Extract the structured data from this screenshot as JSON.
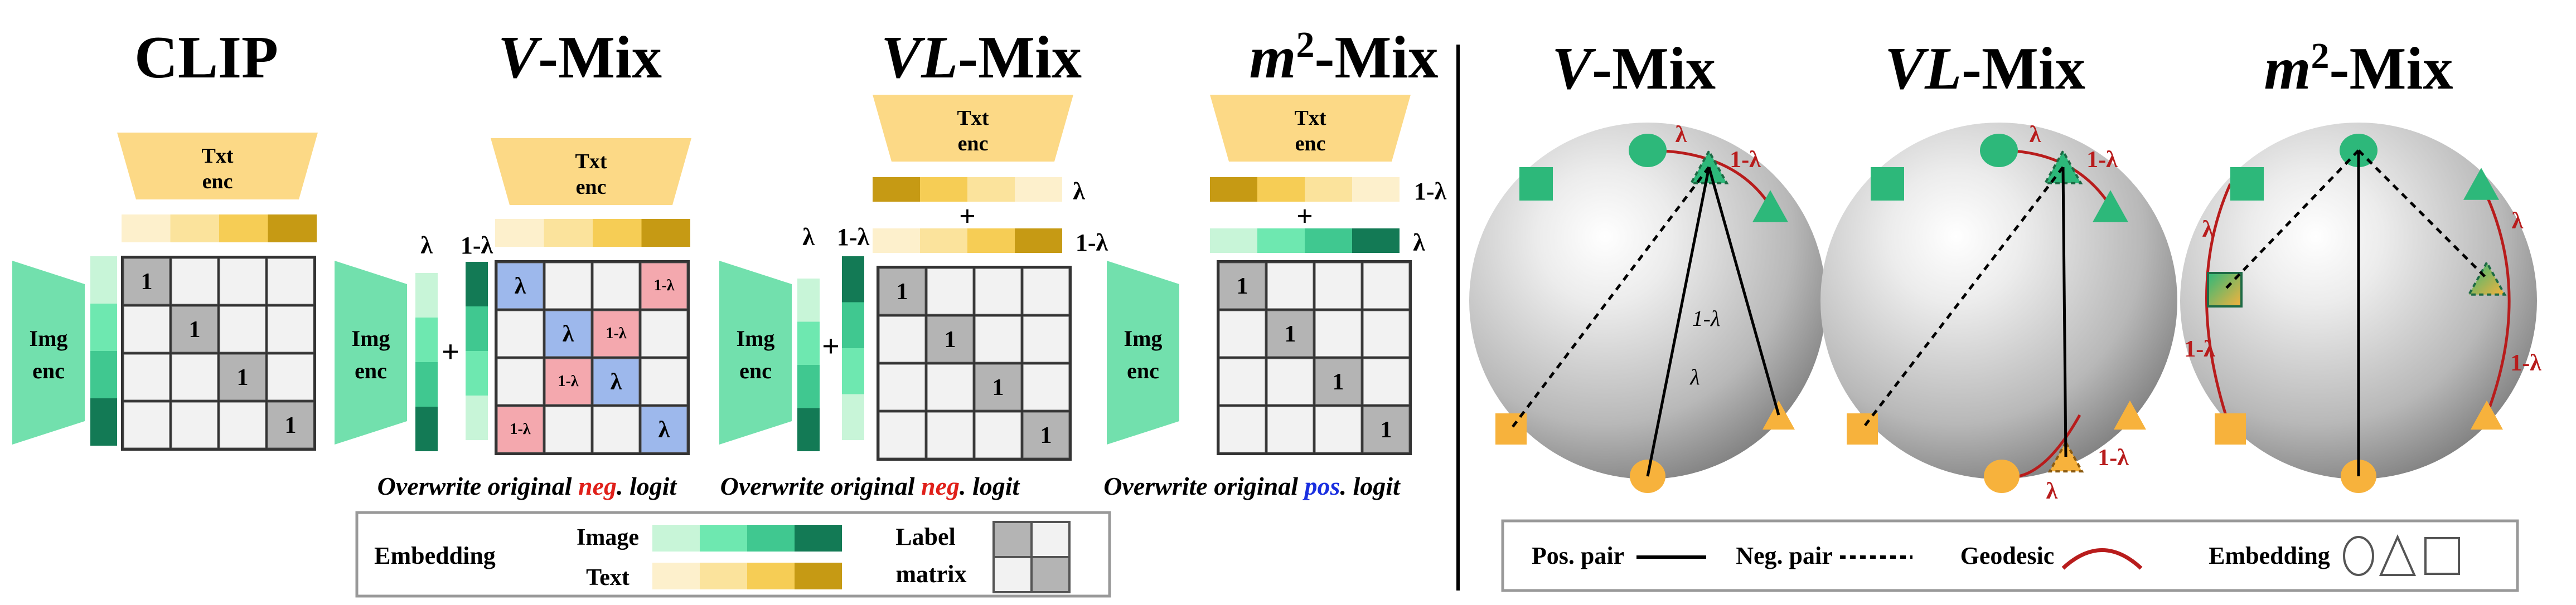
{
  "titles": {
    "clip": "CLIP",
    "vmix": "V-Mix",
    "vlmix": "VL-Mix",
    "m2mix": "m²-Mix"
  },
  "encoders": {
    "txt_line1": "Txt",
    "txt_line2": "enc",
    "img_line1": "Img",
    "img_line2": "enc"
  },
  "symbols": {
    "lambda": "λ",
    "one_minus_lambda": "1-λ",
    "plus": "+",
    "one": "1"
  },
  "captions": {
    "vmix": {
      "prefix": "Overwrite original ",
      "keyword": "neg",
      "suffix": ". logit",
      "keyword_color": "#e0201a"
    },
    "vlmix": {
      "prefix": "Overwrite original ",
      "keyword": "neg",
      "suffix": ". logit",
      "keyword_color": "#e0201a"
    },
    "m2mix": {
      "prefix": "Overwrite original ",
      "keyword": "pos",
      "suffix": ". logit",
      "keyword_color": "#1a2fe0"
    }
  },
  "legend_left": {
    "embedding": "Embedding",
    "image": "Image",
    "text": "Text",
    "label_line1": "Label",
    "label_line2": "matrix"
  },
  "legend_right": {
    "pos_pair": "Pos. pair",
    "neg_pair": "Neg. pair",
    "geodesic": "Geodesic",
    "embedding": "Embedding"
  },
  "colors": {
    "image_gradient": [
      "#c8f5d8",
      "#6ee8b0",
      "#40c890",
      "#137a55"
    ],
    "text_gradient": [
      "#fdf0cc",
      "#fbe39c",
      "#f6cd55",
      "#c69a14"
    ],
    "encoder_green": "#72e0ad",
    "encoder_yellow": "#fcd986",
    "cell_gray": "#b4b4b4",
    "cell_blue": "#9db8ec",
    "cell_pink": "#f4a8ae",
    "geodesic_red": "#b81c1c",
    "marker_green": "#2db87a",
    "marker_orange": "#f7b23c"
  }
}
